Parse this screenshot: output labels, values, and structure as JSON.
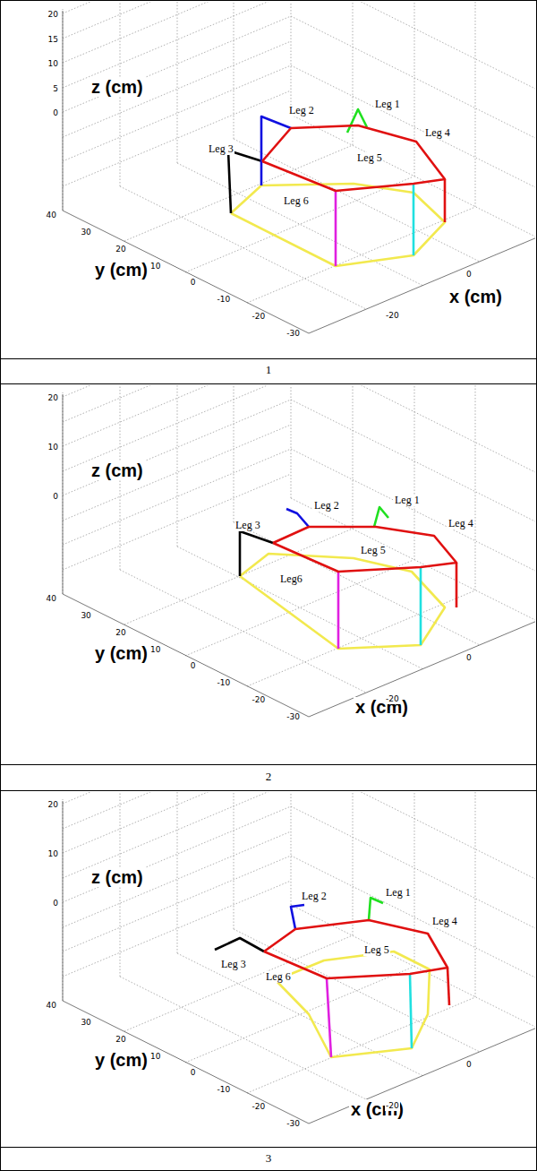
{
  "diagram": {
    "labels": [
      "z (cm)",
      "y (cm)",
      "x (cm)",
      "20",
      "15",
      "10",
      "5",
      "0",
      "40",
      "30",
      "20",
      "10",
      "0",
      "-10",
      "-20",
      "-30",
      "-20",
      "0",
      "Leg 2",
      "Leg 1",
      "Leg 4",
      "Leg 3",
      "Leg 5",
      "Leg 6",
      "1",
      "z (cm)",
      "y (cm)",
      "x (cm)",
      "20",
      "10",
      "0",
      "40",
      "30",
      "20",
      "10",
      "0",
      "-10",
      "-20",
      "-30",
      "-20",
      "0",
      "Leg 2",
      "Leg 1",
      "Leg 3",
      "Leg 4",
      "Leg 5",
      "Leg6",
      "2",
      "z (cm)",
      "y (cm)",
      "x (cm)",
      "20",
      "10",
      "0",
      "40",
      "30",
      "20",
      "10",
      "0",
      "-10",
      "-20",
      "-30",
      "-20",
      "0",
      "Leg 2",
      "Leg 1",
      "Leg 4",
      "Leg 3",
      "Leg 5",
      "Leg 6",
      "3"
    ]
  }
}
